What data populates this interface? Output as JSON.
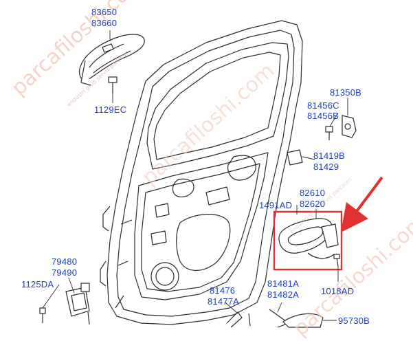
{
  "colors": {
    "label": "#1f3fb0",
    "line": "#2a2a2a",
    "highlight": "#e03030",
    "watermark": "#f2c9b8"
  },
  "labels": {
    "p83650": "83650",
    "p83660": "83660",
    "p1129ec": "1129EC",
    "p81350b": "81350B",
    "p81456c": "81456C",
    "p81456b": "81456B",
    "p81419b": "81419B",
    "p81429": "81429",
    "p82610": "82610",
    "p1491ad": "1491AD",
    "p82620": "82620",
    "p1018ad": "1018AD",
    "p79480": "79480",
    "p79490": "79490",
    "p1125da": "1125DA",
    "p81476": "81476",
    "p81477a": "81477A",
    "p81481a": "81481A",
    "p81482a": "81482A",
    "p95730b": "95730B"
  },
  "watermark": {
    "brand": "parcafiloshi.com",
    "sub": "endüstri grup servis parcaları"
  }
}
